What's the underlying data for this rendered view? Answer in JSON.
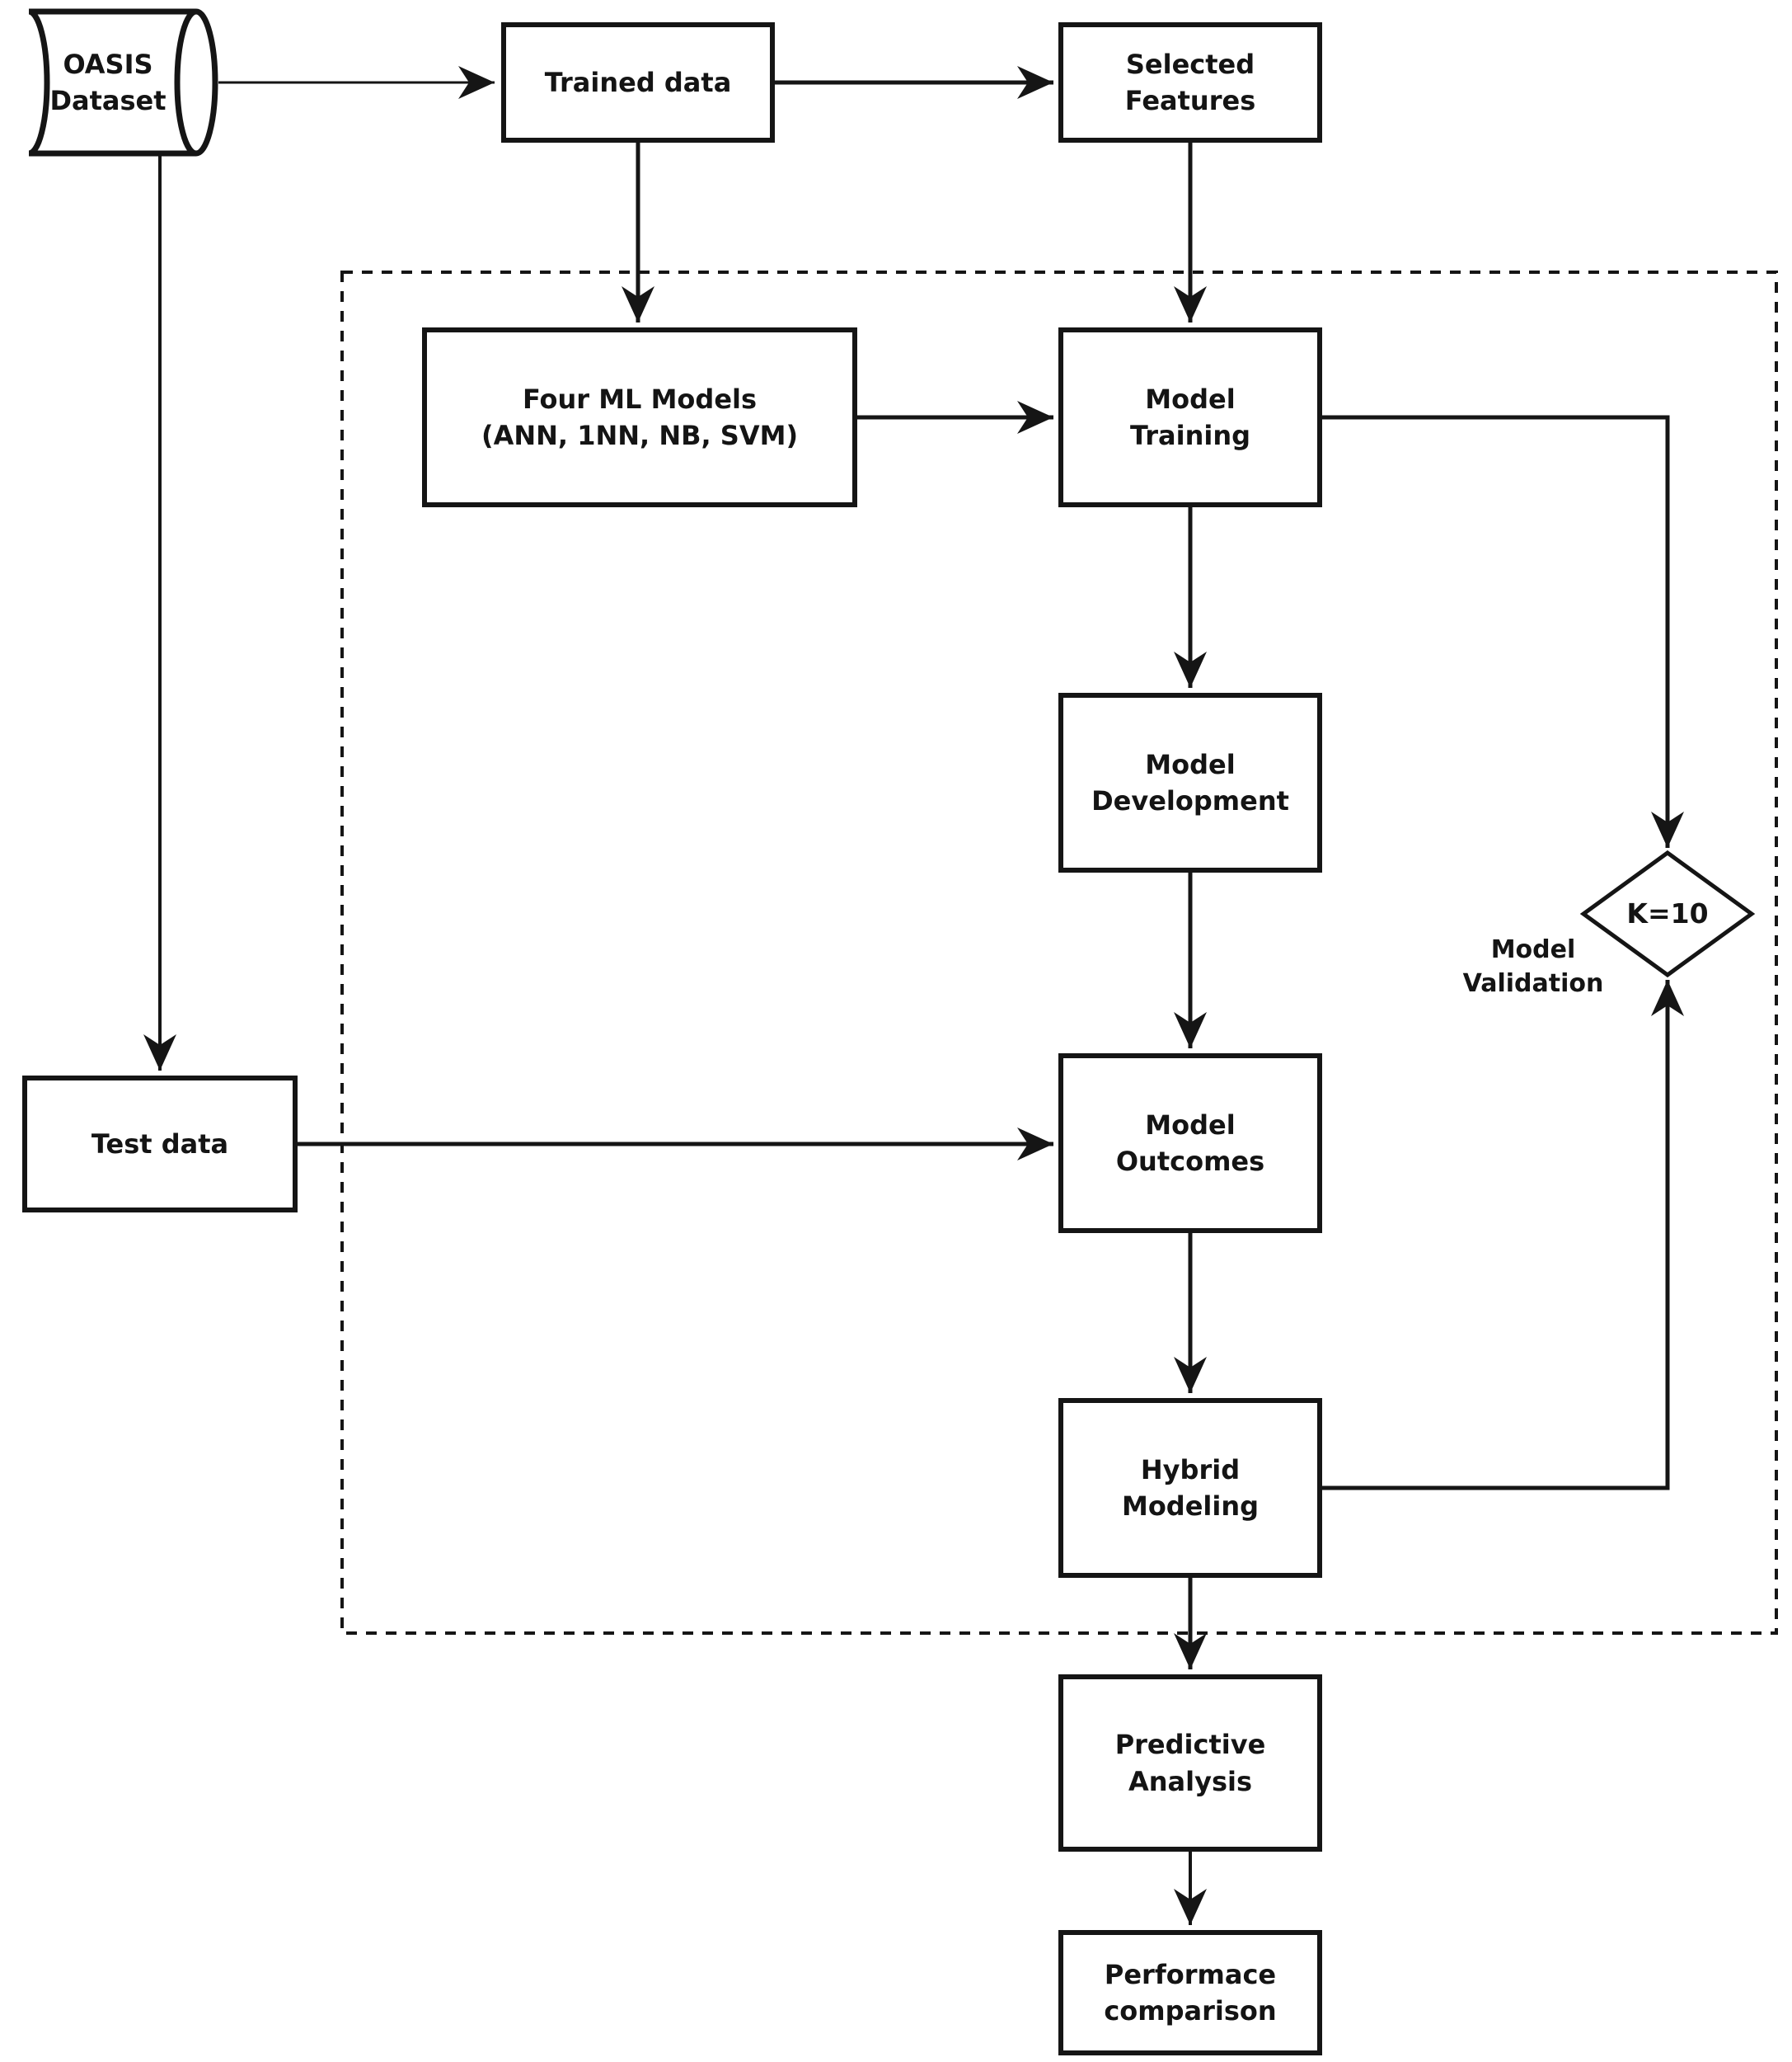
{
  "diagram": {
    "background": "#ffffff",
    "line_color": "#151515",
    "nodes": {
      "oasis": {
        "label": "OASIS\nDataset",
        "shape": "cylinder"
      },
      "trained_data": {
        "label": "Trained data",
        "shape": "rect"
      },
      "selected_features": {
        "label": "Selected\nFeatures",
        "shape": "rect"
      },
      "four_ml_models": {
        "label": "Four ML Models\n(ANN, 1NN, NB, SVM)",
        "shape": "rect"
      },
      "model_training": {
        "label": "Model\nTraining",
        "shape": "rect"
      },
      "model_development": {
        "label": "Model\nDevelopment",
        "shape": "rect"
      },
      "model_outcomes": {
        "label": "Model\nOutcomes",
        "shape": "rect"
      },
      "hybrid_modeling": {
        "label": "Hybrid\nModeling",
        "shape": "rect"
      },
      "test_data": {
        "label": "Test data",
        "shape": "rect"
      },
      "validation": {
        "label": "K=10",
        "shape": "diamond"
      },
      "validation_caption": {
        "label": "Model\nValidation",
        "shape": "text"
      },
      "predictive_analysis": {
        "label": "Predictive\nAnalysis",
        "shape": "rect"
      },
      "performance_comparison": {
        "label": "Performace\ncomparison",
        "shape": "rect"
      }
    },
    "edges": [
      {
        "from": "oasis",
        "to": "trained_data"
      },
      {
        "from": "trained_data",
        "to": "selected_features"
      },
      {
        "from": "trained_data",
        "to": "four_ml_models"
      },
      {
        "from": "selected_features",
        "to": "model_training"
      },
      {
        "from": "four_ml_models",
        "to": "model_training"
      },
      {
        "from": "model_training",
        "to": "model_development"
      },
      {
        "from": "model_training",
        "to": "validation"
      },
      {
        "from": "model_development",
        "to": "model_outcomes"
      },
      {
        "from": "oasis",
        "to": "test_data"
      },
      {
        "from": "test_data",
        "to": "model_outcomes"
      },
      {
        "from": "model_outcomes",
        "to": "hybrid_modeling"
      },
      {
        "from": "hybrid_modeling",
        "to": "validation"
      },
      {
        "from": "hybrid_modeling",
        "to": "predictive_analysis"
      },
      {
        "from": "predictive_analysis",
        "to": "performance_comparison"
      }
    ]
  }
}
